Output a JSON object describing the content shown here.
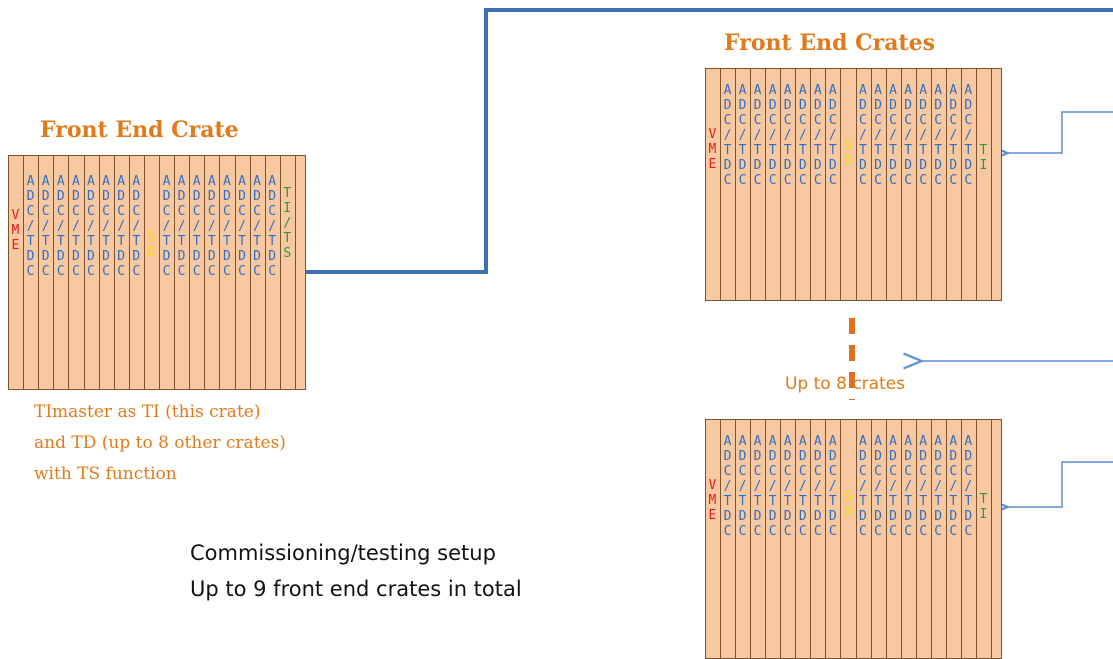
{
  "left_crate": {
    "title": "Front End Crate",
    "vme_chars": [
      "V",
      "M",
      "E"
    ],
    "adc_chars": [
      "A",
      "D",
      "C",
      "/",
      "T",
      "D",
      "C"
    ],
    "sd_chars": [
      "S",
      "D"
    ],
    "ti_chars": [
      "T",
      "I",
      "/",
      "T",
      "S"
    ]
  },
  "right_crates": {
    "title": "Front End Crates",
    "vme_chars": [
      "V",
      "M",
      "E"
    ],
    "adc_chars": [
      "A",
      "D",
      "C",
      "/",
      "T",
      "D",
      "C"
    ],
    "sd_chars": [
      "S",
      "D"
    ],
    "ti_chars": [
      "T",
      "I"
    ]
  },
  "separator_label": "Up to 8 crates",
  "left_note": [
    "TImaster as TI (this crate)",
    "and TD (up to 8 other crates)",
    "with TS function"
  ],
  "caption": [
    "Commissioning/testing setup",
    "Up to 9 front end crates in total"
  ],
  "colors": {
    "crate_fill": "#f8c9a0",
    "crate_border": "#7a5430",
    "title": "#e07a1a",
    "adc": "#2e6fc4",
    "vme": "#e81c1c",
    "sd": "#f2e000",
    "ti": "#2e9c2e",
    "thick_link": "#3d6fb5",
    "thin_link": "#5b8fd0",
    "dash": "#e07020"
  }
}
